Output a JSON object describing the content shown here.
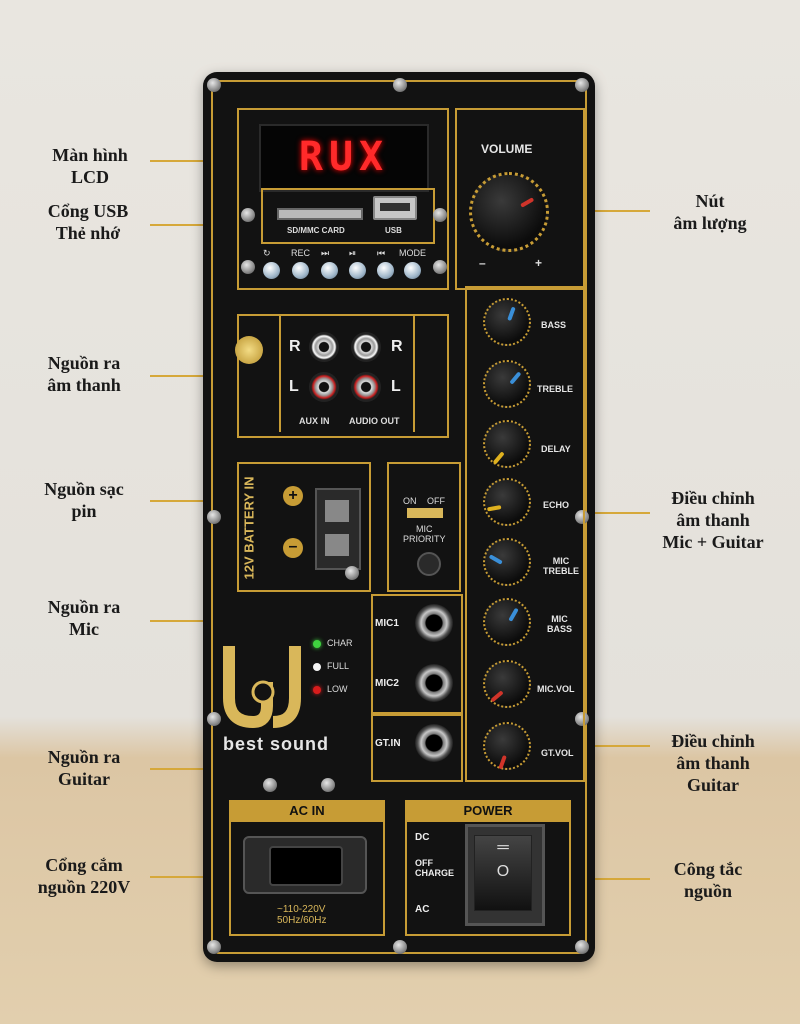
{
  "labels_left": {
    "lcd": "Màn hình\nLCD",
    "usb": "Cổng USB\nThẻ nhớ",
    "audio_out": "Nguồn ra\nâm thanh",
    "battery": "Nguồn sạc\npin",
    "mic": "Nguồn ra\nMic",
    "guitar": "Nguồn ra\nGuitar",
    "power_in": "Cổng cắm\nnguồn 220V"
  },
  "labels_right": {
    "volume": "Nút\nâm lượng",
    "mic_guitar_eq": "Điều chỉnh\nâm thanh\nMic + Guitar",
    "guitar_eq": "Điều chỉnh\nâm thanh\nGuitar",
    "power_switch": "Công tắc\nnguồn"
  },
  "panel": {
    "display_text": "RUX",
    "sd_label": "SD/MMC CARD",
    "usb_label": "USB",
    "buttons": [
      "↻",
      "REC",
      "⏭",
      "⏯",
      "⏮",
      "MODE"
    ],
    "volume_label": "VOLUME",
    "vol_minus": "–",
    "vol_plus": "+",
    "rca_r": "R",
    "rca_l": "L",
    "aux_in": "AUX IN",
    "audio_out": "AUDIO OUT",
    "battery_label": "12V BATTERY IN",
    "battery_plus": "+",
    "battery_minus": "–",
    "mic_on": "ON",
    "mic_off": "OFF",
    "mic_priority": "MIC\nPRIORITY",
    "knobs": [
      "BASS",
      "TREBLE",
      "DELAY",
      "ECHO",
      "MIC\nTREBLE",
      "MIC\nBASS",
      "MIC.VOL",
      "GT.VOL"
    ],
    "knob_colors": [
      "#3a8fd8",
      "#3a8fd8",
      "#e0b21f",
      "#e0b21f",
      "#3a8fd8",
      "#3a8fd8",
      "#d0342a",
      "#d0342a"
    ],
    "mic1": "MIC1",
    "mic2": "MIC2",
    "gt_in": "GT.IN",
    "led_char": "CHAR",
    "led_full": "FULL",
    "led_low": "LOW",
    "brand": "best sound",
    "ac_in": "AC IN",
    "ac_spec": "~110-220V\n50Hz/60Hz",
    "power_title": "POWER",
    "dc": "DC",
    "off_charge": "OFF\nCHARGE",
    "ac": "AC"
  }
}
